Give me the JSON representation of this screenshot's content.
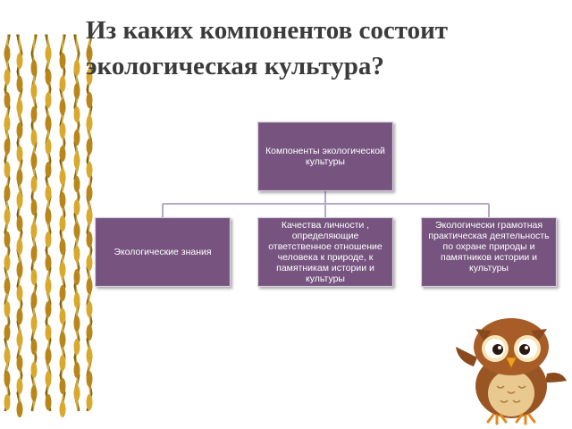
{
  "slide": {
    "title": "Из каких компонентов состоит экологическая культура?"
  },
  "diagram": {
    "root": "Компоненты экологической культуры",
    "children": [
      "Экологические знания",
      "Качества личности , определяющие ответственное отношение человека к природе, к памятникам истории и культуры",
      "Экологически грамотная практическая деятельность по охране природы и памятников истории и культуры"
    ]
  },
  "colors": {
    "box_fill": "#76547f",
    "connector": "#b7a8c4",
    "title_text": "#3b3b3b"
  },
  "icons": [
    "wheat-decoration-icon",
    "owl-mascot-icon"
  ]
}
